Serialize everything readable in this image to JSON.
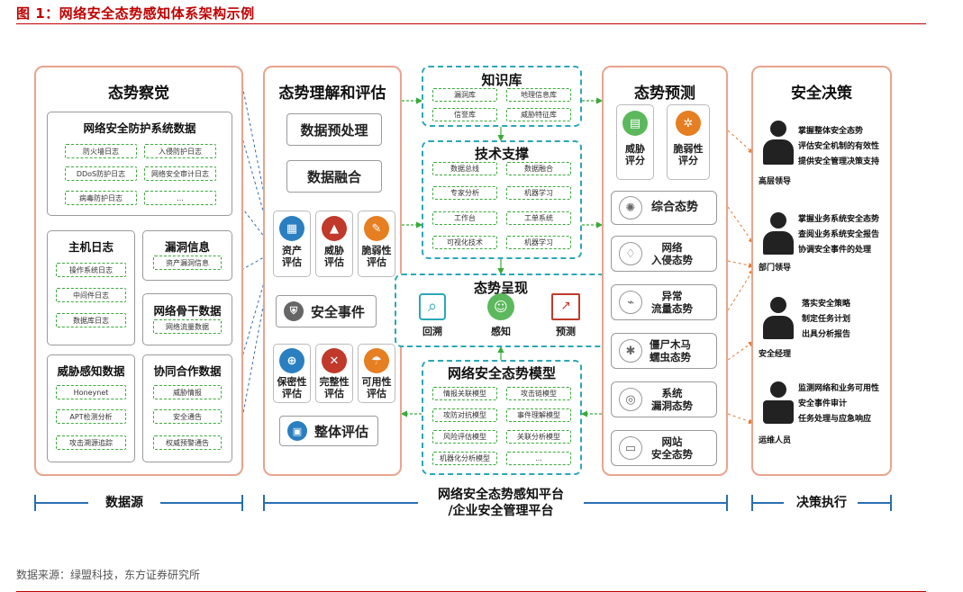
{
  "figure_title": "图 1：网络安全态势感知体系架构示例",
  "source": "数据来源：绿盟科技，东方证券研究所",
  "col1": {
    "title": "态势察觉",
    "netsec": {
      "title": "网络安全防护系统数据",
      "chips": [
        "防火墙日志",
        "入侵防护日志",
        "DDoS防护日志",
        "网络安全审计日志",
        "病毒防护日志",
        "..."
      ]
    },
    "host": {
      "title": "主机日志",
      "chips": [
        "操作系统日志",
        "中间件日志",
        "数据库日志"
      ]
    },
    "vuln": {
      "title": "漏洞信息",
      "chips": [
        "资产漏洞信息"
      ]
    },
    "backbone": {
      "title": "网络骨干数据",
      "chips": [
        "网络流量数据"
      ]
    },
    "threat": {
      "title": "威胁感知数据",
      "chips": [
        "Honeynet",
        "APT检测分析",
        "攻击溯源追踪"
      ]
    },
    "coop": {
      "title": "协同合作数据",
      "chips": [
        "威胁情报",
        "安全通告",
        "权威预警通告"
      ]
    }
  },
  "col2": {
    "title": "态势理解和评估",
    "pre": "数据预处理",
    "fusion": "数据融合",
    "evals": [
      "资产\n评估",
      "威胁\n评估",
      "脆弱性\n评估"
    ],
    "event": "安全事件",
    "props": [
      "保密性\n评估",
      "完整性\n评估",
      "可用性\n评估"
    ],
    "overall": "整体评估"
  },
  "knowledge": {
    "title": "知识库",
    "chips": [
      "漏洞库",
      "地理信息库",
      "信誉库",
      "威胁特征库"
    ]
  },
  "tech": {
    "title": "技术支撑",
    "chips": [
      "数据总线",
      "数据融合",
      "专家分析",
      "机器学习",
      "工作台",
      "工单系统",
      "可视化技术",
      "机器学习"
    ]
  },
  "present": {
    "title": "态势呈现",
    "items": [
      "回溯",
      "感知",
      "预测"
    ]
  },
  "model": {
    "title": "网络安全态势模型",
    "chips": [
      "情报关联模型",
      "攻击链模型",
      "攻防对抗模型",
      "事件理解模型",
      "风险评估模型",
      "关联分析模型",
      "机器化分析模型",
      "..."
    ]
  },
  "col3": {
    "title": "态势预测",
    "scores": [
      "威胁\n评分",
      "脆弱性\n评分"
    ],
    "situations": [
      "综合态势",
      "网络\n入侵态势",
      "异常\n流量态势",
      "僵尸木马\n蠕虫态势",
      "系统\n漏洞态势",
      "网站\n安全态势"
    ]
  },
  "col4": {
    "title": "安全决策",
    "roles": [
      {
        "name": "高层领导",
        "lines": [
          "掌握整体安全态势",
          "评估安全机制的有效性",
          "提供安全管理决策支持"
        ]
      },
      {
        "name": "部门领导",
        "lines": [
          "掌握业务系统安全态势",
          "查阅业务系统安全报告",
          "协调安全事件的处理"
        ]
      },
      {
        "name": "安全经理",
        "lines": [
          "落实安全策略",
          "制定任务计划",
          "出具分析报告"
        ]
      },
      {
        "name": "运维人员",
        "lines": [
          "监测网络和业务可用性",
          "安全事件审计",
          "任务处理与应急响应"
        ]
      }
    ]
  },
  "footer": {
    "left": "数据源",
    "middle": "网络安全态势感知平台\n/企业安全管理平台",
    "right": "决策执行"
  },
  "colors": {
    "accent": "#c00000",
    "border": "#e8a48f",
    "teal": "#2aa7b8",
    "green": "#3aaa3a",
    "blue": "#2a6fb2"
  }
}
